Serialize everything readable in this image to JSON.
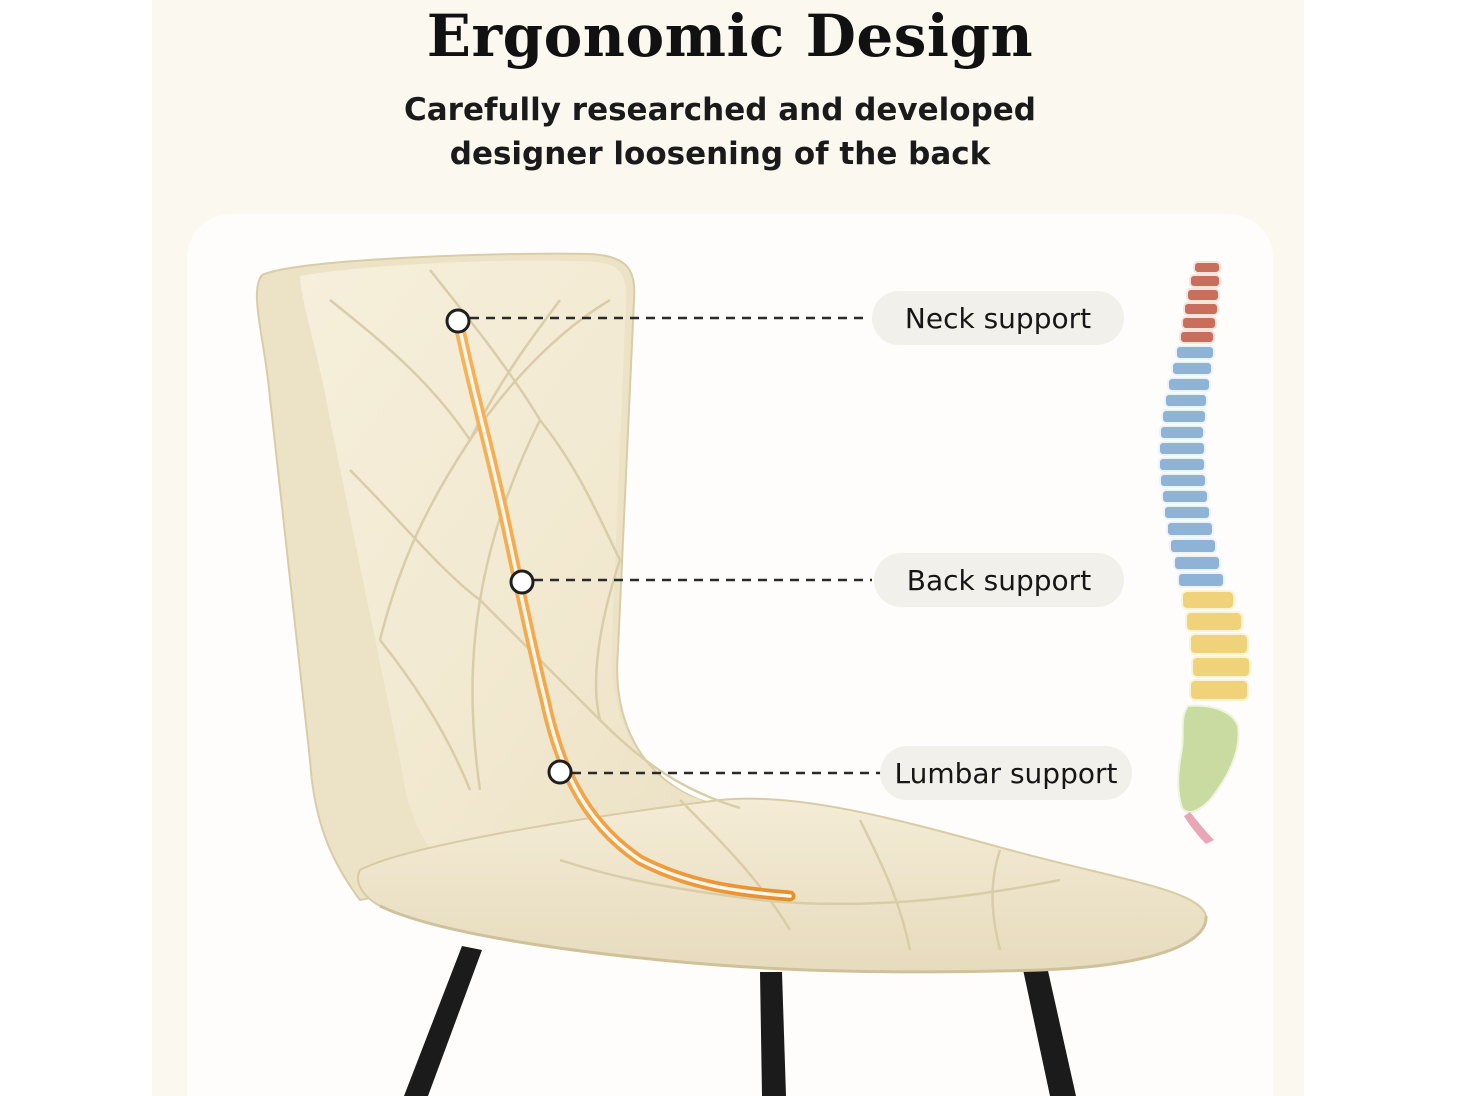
{
  "header": {
    "title": "Ergonomic Design",
    "subtitle": "Carefully researched and developed designer loosening of the back"
  },
  "callouts": [
    {
      "id": "neck",
      "label": "Neck support"
    },
    {
      "id": "back",
      "label": "Back support"
    },
    {
      "id": "lumbar",
      "label": "Lumbar support"
    }
  ],
  "colors": {
    "background": "#fbf8ef",
    "chair_fabric": "#f3ebd4",
    "spine_curve": "#f0a44a",
    "leg": "#1b1b1b",
    "pill": "#f1f0ea"
  },
  "icons": {
    "spine": "spine-illustration"
  }
}
